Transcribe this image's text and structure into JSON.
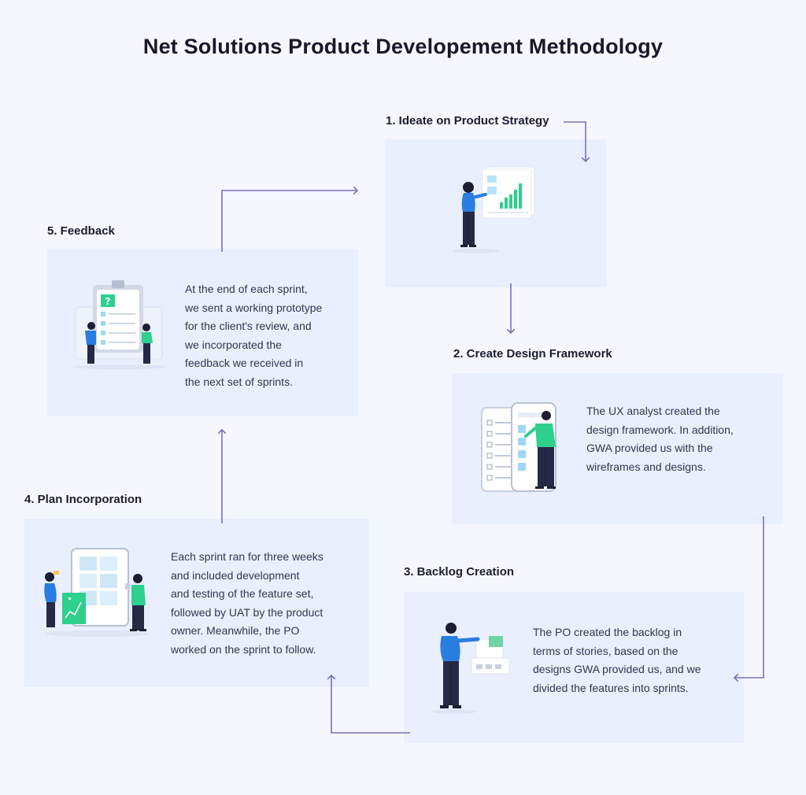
{
  "title": "Net Solutions Product Developement Methodology",
  "colors": {
    "background": "#f4f7fd",
    "card": "#e9effc",
    "arrow": "#7a72b8",
    "accent_green": "#2fcf8e",
    "accent_blue": "#2a7de1"
  },
  "steps": [
    {
      "heading": "1. Ideate on Product Strategy",
      "text": "",
      "illustration": "woman-presenting-chart-illustration"
    },
    {
      "heading": "2. Create Design Framework",
      "text": "The UX analyst created the\ndesign framework. In addition,\nGWA provided us with the\nwireframes and designs.",
      "illustration": "man-with-phone-wireframe-illustration"
    },
    {
      "heading": "3. Backlog Creation",
      "text": "The PO created the backlog in\nterms of stories, based on the\ndesigns GWA provided us, and we\ndivided the features into sprints.",
      "illustration": "man-pointing-at-board-illustration"
    },
    {
      "heading": "4. Plan Incorporation",
      "text": "Each sprint ran for three weeks\nand included development\nand testing of the feature set,\nfollowed by UAT by the product\nowner. Meanwhile, the PO\nworked on the sprint to follow.",
      "illustration": "team-planning-illustration"
    },
    {
      "heading": "5. Feedback",
      "text": "At the end of each sprint,\nwe sent a working prototype\nfor the client's review, and\nwe incorporated the\nfeedback we received in\nthe next set of sprints.",
      "illustration": "clipboard-feedback-illustration"
    }
  ]
}
